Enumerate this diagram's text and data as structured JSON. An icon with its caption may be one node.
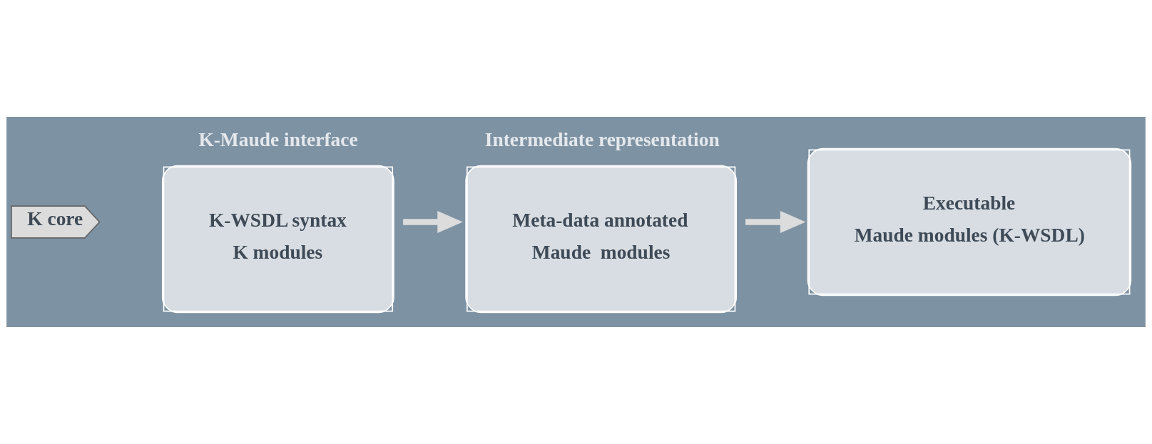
{
  "diagram": {
    "nodes": [
      {
        "text": [
          "K core"
        ]
      },
      {
        "text": [
          "K-Maude interface",
          "K-WSDL syntax",
          "K modules"
        ]
      },
      {
        "text": [
          "Intermediate representation",
          "Meta-data annotated",
          "Maude  modules"
        ]
      },
      {
        "text": [
          "Executable",
          "Maude modules (K-WSDL)"
        ]
      }
    ],
    "edges": [
      {
        "from": 1,
        "to": 2,
        "arrow": "to"
      },
      {
        "from": 2,
        "to": 3,
        "arrow": "to"
      }
    ]
  }
}
